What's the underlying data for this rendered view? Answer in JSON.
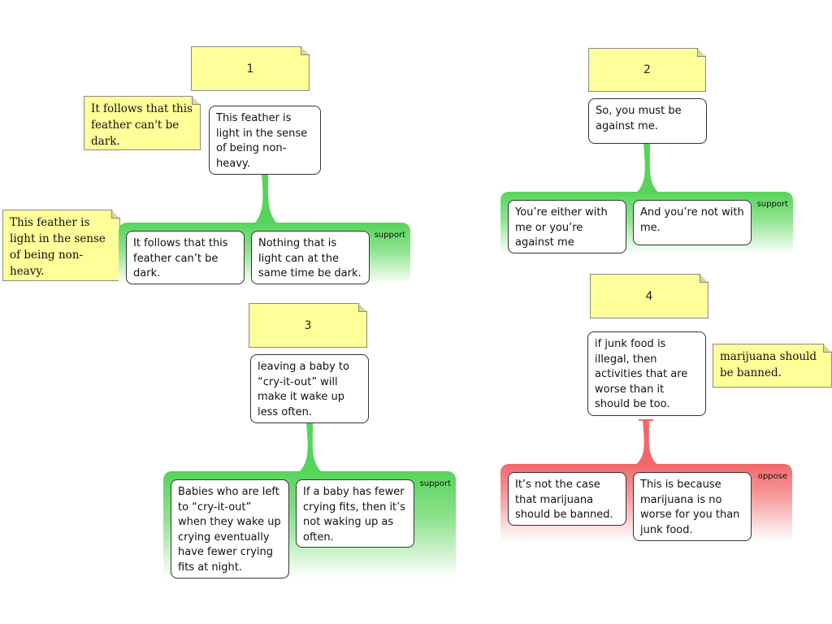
{
  "diagrams": [
    {
      "number": "1",
      "claim": "This feather is light in the sense of being non-heavy.",
      "side_note": "It follows that this feather can't be dark.",
      "left_note": "This feather is light in the sense of being non-heavy.",
      "relation": "support",
      "premises": [
        "It follows that this feather can’t be dark.",
        "Nothing that is light can at the same time be dark."
      ]
    },
    {
      "number": "2",
      "claim": "So, you must be against me.",
      "relation": "support",
      "premises": [
        "You’re either with me or you’re against me",
        "And you’re not with me."
      ]
    },
    {
      "number": "3",
      "claim": "leaving a baby to “cry-it-out” will make it wake up less often.",
      "relation": "support",
      "premises": [
        "Babies who are left to “cry-it-out” when they wake up crying eventually have fewer crying fits at night.",
        "If a baby has fewer crying fits, then it’s not waking up as often."
      ]
    },
    {
      "number": "4",
      "claim": "if junk food is illegal, then activities that are worse than it should be too.",
      "side_note": "marijuana should be banned.",
      "relation": "oppose",
      "premises": [
        "It’s not the case that marijuana should be banned.",
        "This is because marijuana is no worse for you than junk food."
      ]
    }
  ],
  "colors": {
    "support": "#56d45a",
    "oppose": "#f2676a",
    "note": "#ffff99"
  }
}
